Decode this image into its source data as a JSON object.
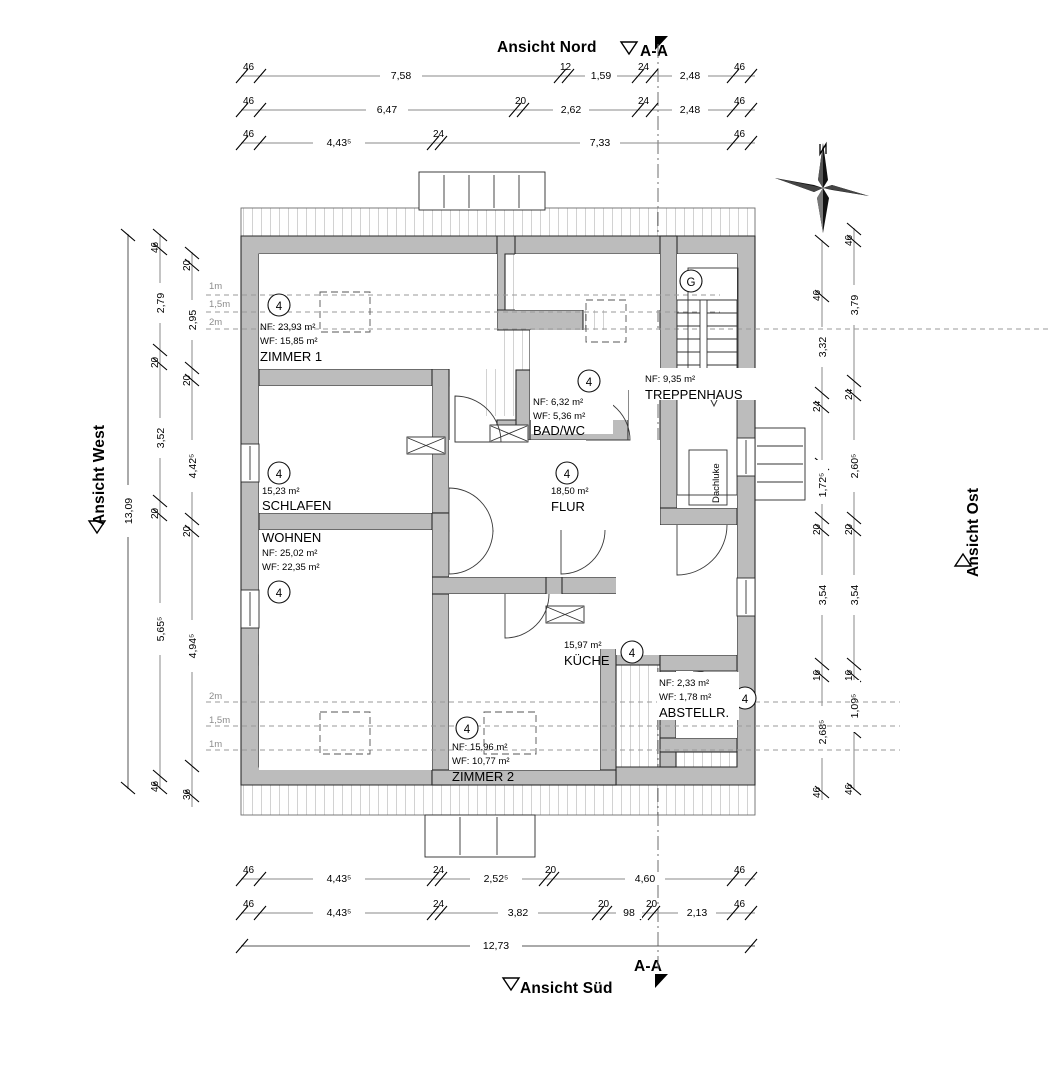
{
  "title_top": "Ansicht Nord",
  "title_bottom": "Ansicht Süd",
  "title_left": "Ansicht West",
  "title_right": "Ansicht Ost",
  "section_label_top": "A-A",
  "section_label_bottom": "A-A",
  "compass": "north-arrow",
  "dim_top": {
    "row1": [
      "46",
      "7,58",
      "12",
      "1,59",
      "24",
      "2,48",
      "46"
    ],
    "row2": [
      "46",
      "6,47",
      "20",
      "2,62",
      "24",
      "2,48",
      "46"
    ],
    "row3": [
      "46",
      "4,43⁵",
      "24",
      "7,33",
      "46"
    ]
  },
  "dim_bottom": {
    "row1": [
      "46",
      "4,43⁵",
      "24",
      "2,52⁵",
      "20",
      "4,60",
      "46"
    ],
    "row2": [
      "46",
      "4,43⁵",
      "24",
      "3,82",
      "20",
      "98",
      "20",
      "2,13",
      "46"
    ],
    "row3": [
      "12,73"
    ]
  },
  "dim_left": {
    "outer": [
      "13,09"
    ],
    "mid": [
      "46",
      "2,79",
      "20",
      "3,52",
      "20",
      "5,65⁵",
      "46"
    ],
    "inner": [
      "20",
      "2,95",
      "20",
      "4,42⁵",
      "20",
      "4,94⁵",
      "36"
    ]
  },
  "dim_right": {
    "inner": [
      "46",
      "3,32",
      "24",
      "1,72⁵",
      "20",
      "3,54",
      "16",
      "2,68⁵",
      "46"
    ],
    "outer": [
      "46",
      "3,79",
      "24",
      "2,60⁵",
      "20",
      "3,54",
      "16",
      "1,09⁵",
      "46"
    ]
  },
  "slope_marks_top": [
    "1m",
    "1,5m",
    "2m"
  ],
  "slope_marks_bottom": [
    "2m",
    "1,5m",
    "1m"
  ],
  "stair_mark": "G",
  "hatch_label": "Dachluke",
  "rooms": [
    {
      "key": "zimmer1",
      "name": "ZIMMER 1",
      "nf": "NF: 23,93 m²",
      "wf": "WF: 15,85 m²",
      "badge": "4"
    },
    {
      "key": "schlafen",
      "name": "SCHLAFEN",
      "nf": "15,23 m²",
      "wf": "",
      "badge": "4"
    },
    {
      "key": "wohnen",
      "name": "WOHNEN",
      "nf": "NF: 25,02 m²",
      "wf": "WF: 22,35 m²",
      "badge": "4"
    },
    {
      "key": "badwc",
      "name": "BAD/WC",
      "nf": "NF: 6,32 m²",
      "wf": "WF: 5,36 m²",
      "badge": "4"
    },
    {
      "key": "flur",
      "name": "FLUR",
      "nf": "18,50 m²",
      "wf": "",
      "badge": "4"
    },
    {
      "key": "treppenhaus",
      "name": "TREPPENHAUS",
      "nf": "NF: 9,35 m²",
      "wf": "",
      "badge": ""
    },
    {
      "key": "kueche",
      "name": "KÜCHE",
      "nf": "15,97 m²",
      "wf": "",
      "badge": "4"
    },
    {
      "key": "abstellr",
      "name": "ABSTELLR.",
      "nf": "NF: 2,33 m²",
      "wf": "WF: 1,78 m²",
      "badge": "4"
    },
    {
      "key": "zimmer2",
      "name": "ZIMMER 2",
      "nf": "NF: 15,96 m²",
      "wf": "WF: 10,77 m²",
      "badge": "4"
    }
  ],
  "colors": {
    "wall_fill": "#bcbcbc",
    "line": "#2b2b2b",
    "dim_line": "#8a8a8a",
    "slope_text": "#8c8c8c"
  }
}
